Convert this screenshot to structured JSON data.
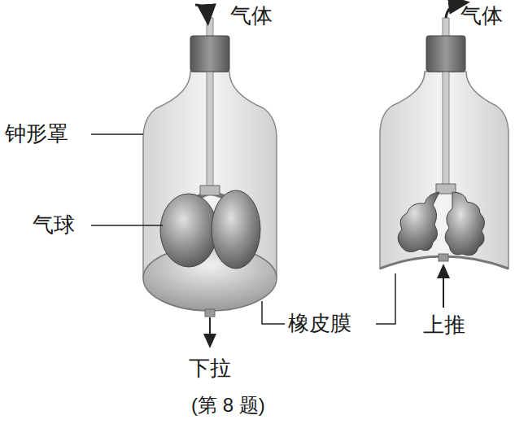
{
  "diagram": {
    "caption": "(第 8 题)",
    "labels": [
      "气体",
      "气体",
      "钟形罩",
      "气球",
      "橡皮膜",
      "上推",
      "下拉"
    ]
  }
}
